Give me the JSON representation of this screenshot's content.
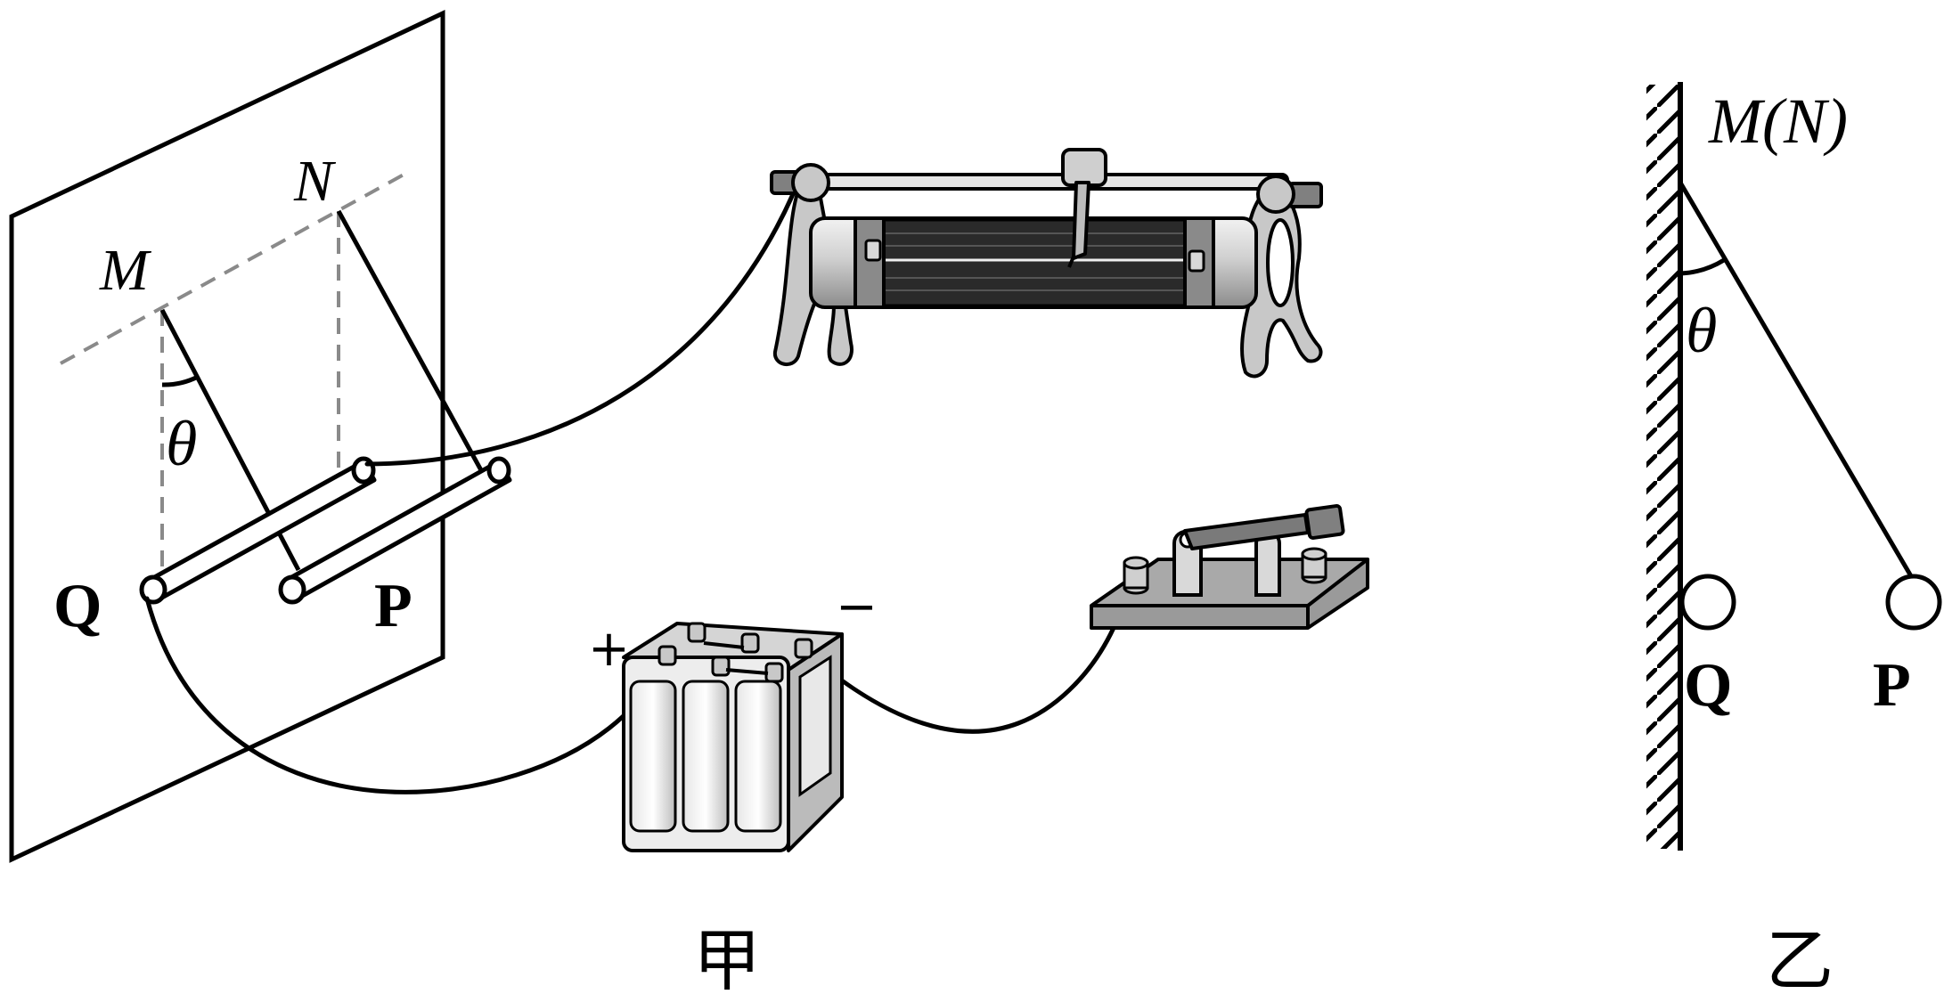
{
  "figure_jia": {
    "point_m": "M",
    "point_n": "N",
    "angle": "θ",
    "rod_q": "Q",
    "rod_p": "P",
    "battery_plus": "+",
    "battery_minus": "−",
    "caption": "甲"
  },
  "figure_yi": {
    "pivot_label": "M(N)",
    "angle": "θ",
    "rod_q": "Q",
    "rod_p": "P",
    "caption": "乙"
  },
  "colors": {
    "line": "#000000",
    "dashed": "#8a8a8a",
    "coil": "#2a2a2a",
    "metal_light": "#d9d9d9",
    "metal_mid": "#a8a8a8",
    "metal_dark": "#6e6e6e",
    "board": "#9a9a9a"
  }
}
